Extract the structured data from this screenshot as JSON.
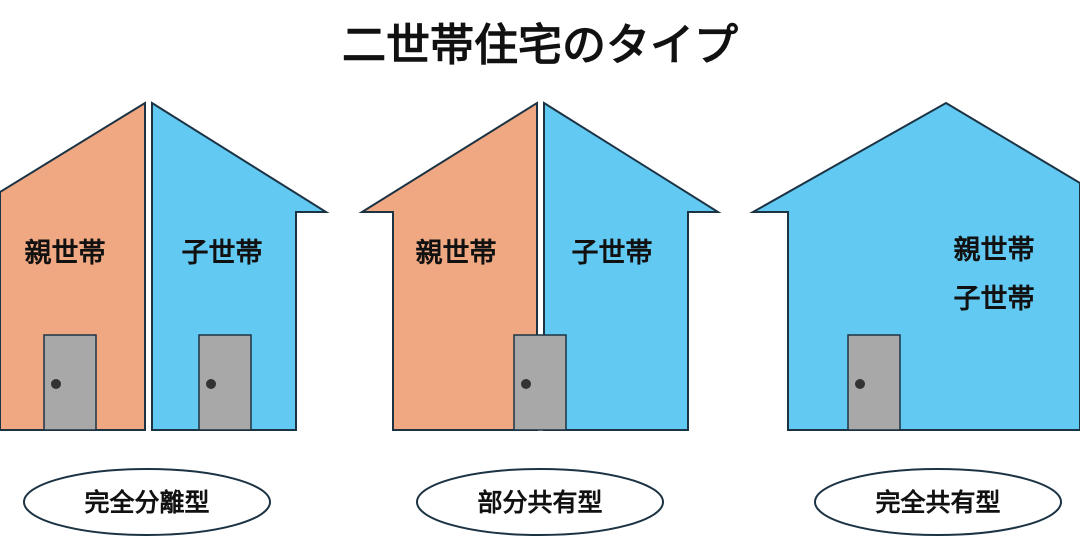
{
  "title": "二世帯住宅のタイプ",
  "colors": {
    "parent": "#f0a882",
    "child": "#62c9f2",
    "door": "#a8a8a8",
    "door_knob": "#333333",
    "outline": "#1c3344",
    "text": "#111111"
  },
  "houses": [
    {
      "type_label": "完全分離型",
      "parent_label": "親世帯",
      "child_label": "子世帯"
    },
    {
      "type_label": "部分共有型",
      "parent_label": "親世帯",
      "child_label": "子世帯"
    },
    {
      "type_label": "完全共有型",
      "parent_label": "親世帯",
      "child_label": "子世帯"
    }
  ]
}
